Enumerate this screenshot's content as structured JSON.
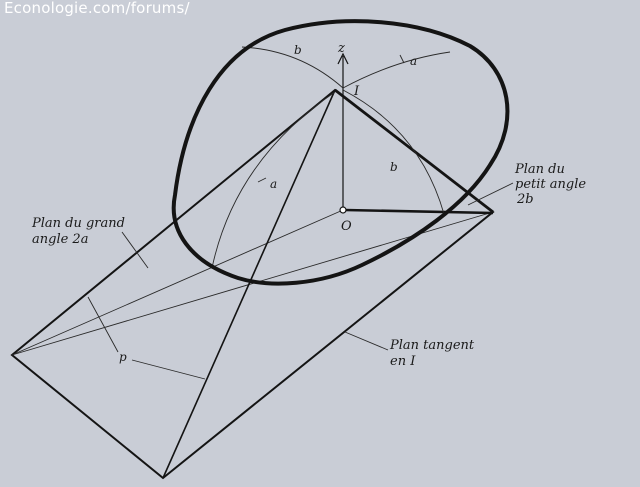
{
  "watermark": "Econologie.com/forums/",
  "labels": {
    "z": "z",
    "I": "I",
    "O": "O",
    "b_top": "b",
    "a_top": "a",
    "a_mid": "a",
    "b_mid": "b",
    "p": "p",
    "plan_grand_1": "Plan du grand",
    "plan_grand_2": "angle   2a",
    "plan_petit_1": "Plan du",
    "plan_petit_2": "petit angle",
    "plan_petit_3": "2b",
    "plan_tangent_1": "Plan tangent",
    "plan_tangent_2": "en I"
  },
  "colors": {
    "background": "#c9cdd6",
    "line": "#141414",
    "thin_line": "#2a2a2a",
    "watermark": "#ffffff"
  }
}
